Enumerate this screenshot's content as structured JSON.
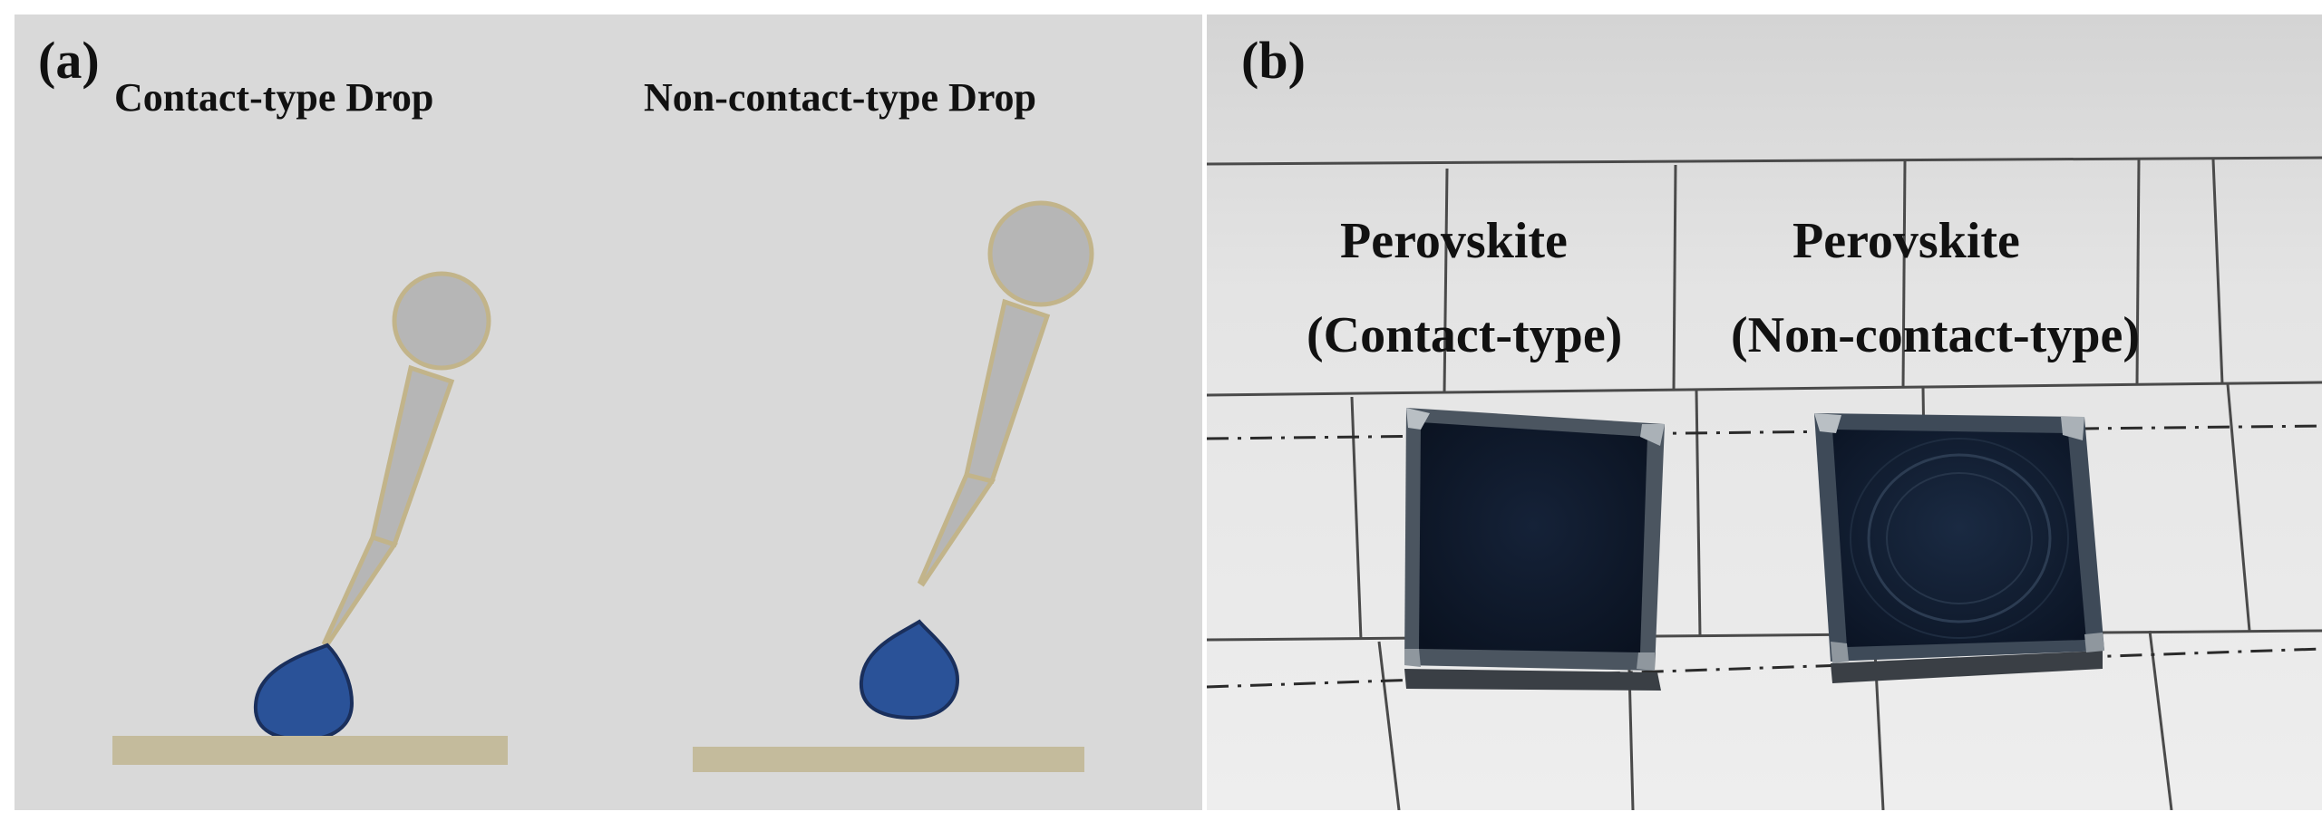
{
  "panel_a": {
    "label": "(a)",
    "contact_title": "Contact-type Drop",
    "noncontact_title": "Non-contact-type Drop"
  },
  "panel_b": {
    "label": "(b)",
    "left_title": "Perovskite",
    "left_subtitle": "(Contact-type)",
    "right_title": "Perovskite",
    "right_subtitle": "(Non-contact-type)"
  },
  "colors": {
    "panel_a_background": "#d9d9d9",
    "pipette_fill": "#b6b6b6",
    "pipette_outline": "#c2b48a",
    "drop_fill": "#2a5298",
    "drop_outline": "#1a2f5c",
    "substrate": "#c4bb9c",
    "paper": "#e6e6e6",
    "grid_line": "#4a4a4a",
    "perovskite_film": "#0e1a2c"
  },
  "icons": {
    "pipette": "pipette-icon",
    "droplet": "droplet-icon",
    "substrate": "substrate-icon"
  }
}
